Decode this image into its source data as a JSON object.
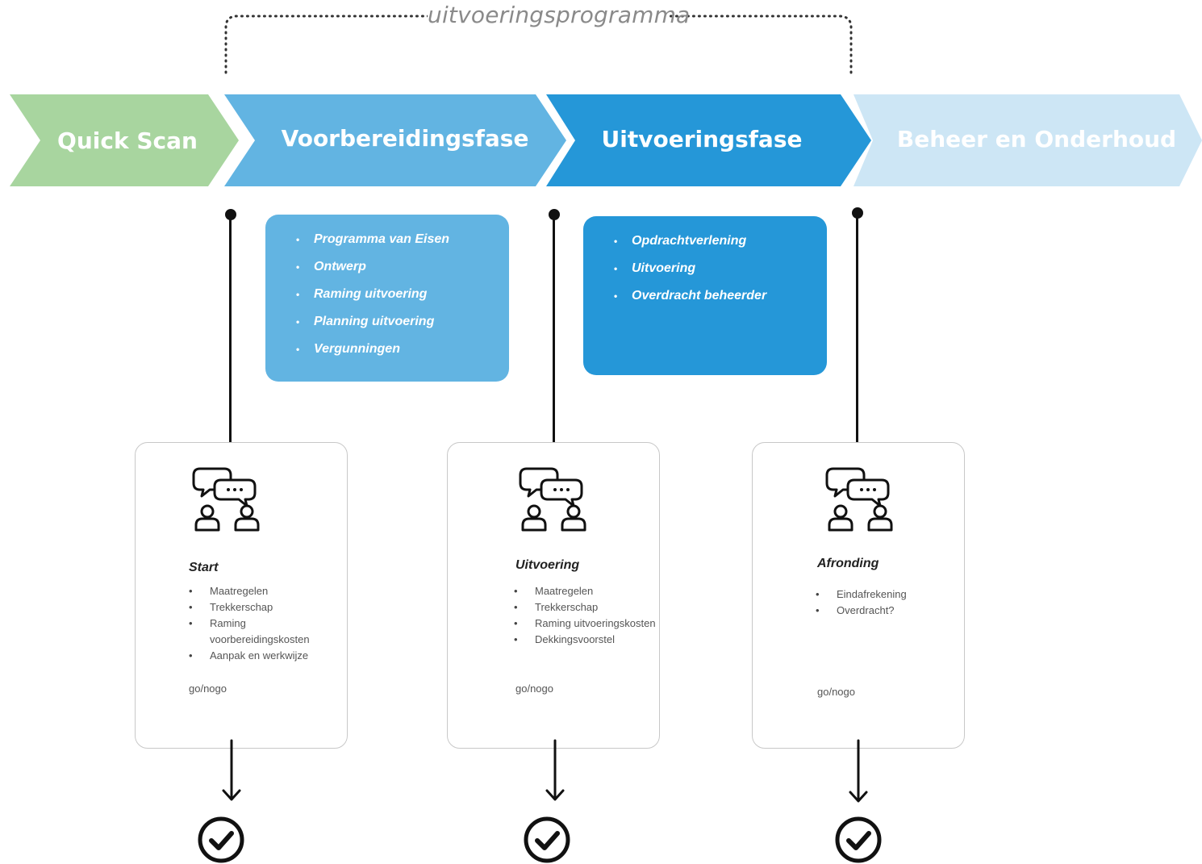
{
  "program": {
    "label": "uitvoeringsprogramma"
  },
  "phases": [
    {
      "label": "Quick Scan",
      "color": "#a8d59f"
    },
    {
      "label": "Voorbereidingsfase",
      "color": "#62b4e2"
    },
    {
      "label": "Uitvoeringsfase",
      "color": "#2597d8"
    },
    {
      "label": "Beheer en Onderhoud",
      "color": "#cde6f5"
    }
  ],
  "subtasks": [
    {
      "color": "#62b4e2",
      "items": [
        "Programma van Eisen",
        "Ontwerp",
        "Raming uitvoering",
        "Planning uitvoering",
        "Vergunningen"
      ]
    },
    {
      "color": "#2597d8",
      "items": [
        "Opdrachtverlening",
        "Uitvoering",
        "Overdracht beheerder"
      ]
    }
  ],
  "gates": [
    {
      "title": "Start",
      "items": [
        "Maatregelen",
        "Trekkerschap",
        "Raming voorbereidingskosten",
        "Aanpak en werkwijze"
      ],
      "footer": "go/nogo",
      "icon": "meeting-icon"
    },
    {
      "title": "Uitvoering",
      "items": [
        "Maatregelen",
        "Trekkerschap",
        "Raming uitvoeringskosten",
        "Dekkingsvoorstel"
      ],
      "footer": "go/nogo",
      "icon": "meeting-icon"
    },
    {
      "title": "Afronding",
      "items": [
        "Eindafrekening",
        "Overdracht?"
      ],
      "footer": "go/nogo",
      "icon": "meeting-icon"
    }
  ],
  "icons": {
    "result": "check-circle-icon",
    "arrow": "arrow-down-icon"
  }
}
